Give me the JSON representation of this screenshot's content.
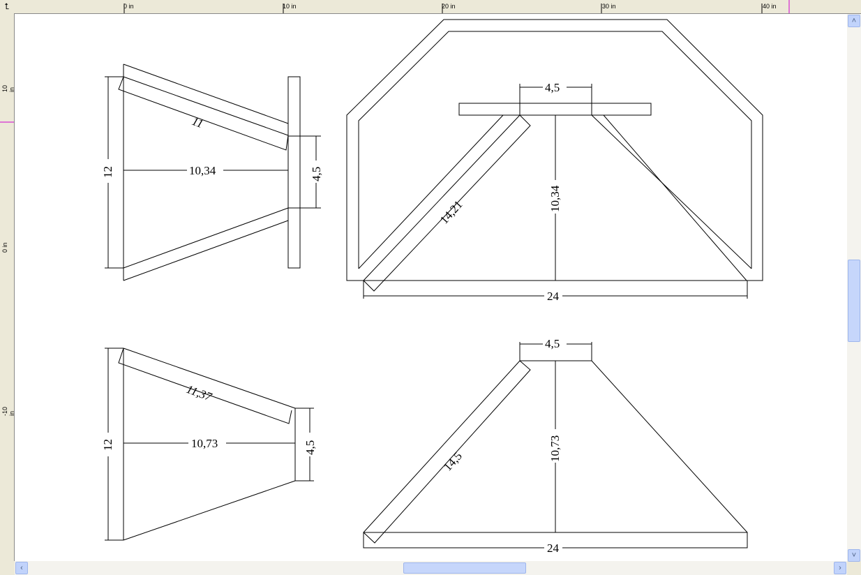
{
  "rulers": {
    "horizontal": [
      "0 in",
      "10 in",
      "20 in",
      "30 in",
      "40 in"
    ],
    "vertical": [
      "10 in",
      "0 in",
      "-10 in"
    ]
  },
  "dimensions": {
    "top_left": {
      "slant": "11",
      "height": "12",
      "depth": "10,34",
      "plate": "4,5"
    },
    "top_right": {
      "top": "4,5",
      "height": "10,34",
      "diagonal": "14,21",
      "width": "24"
    },
    "bottom_left": {
      "slant": "11,37",
      "height": "12",
      "depth": "10,73",
      "plate": "4,5"
    },
    "bottom_right": {
      "top": "4,5",
      "height": "10,73",
      "diagonal": "14,5",
      "width": "24"
    }
  },
  "icons": {
    "corner": "ruler-origin-icon",
    "scroll_up": "arrow-up-icon",
    "scroll_down": "arrow-down-icon",
    "scroll_left": "arrow-left-icon",
    "scroll_right": "arrow-right-icon"
  }
}
